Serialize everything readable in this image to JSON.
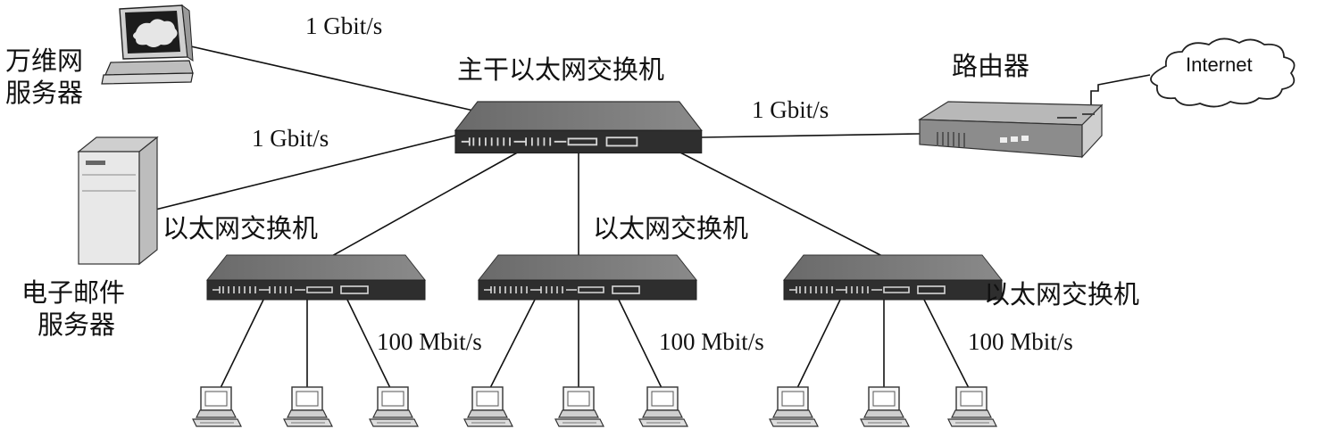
{
  "labels": {
    "web_server": [
      "万维网",
      "服务器"
    ],
    "mail_server": [
      "电子邮件",
      "服务器"
    ],
    "backbone_switch": "主干以太网交换机",
    "router": "路由器",
    "internet": "Internet",
    "switch_left": "以太网交换机",
    "switch_center": "以太网交换机",
    "switch_right": "以太网交换机"
  },
  "speeds": {
    "web_link": "1 Gbit/s",
    "mail_link": "1 Gbit/s",
    "router_link": "1 Gbit/s",
    "left_switch_hosts": "100 Mbit/s",
    "center_switch_hosts": "100 Mbit/s",
    "right_switch_hosts": "100 Mbit/s"
  }
}
